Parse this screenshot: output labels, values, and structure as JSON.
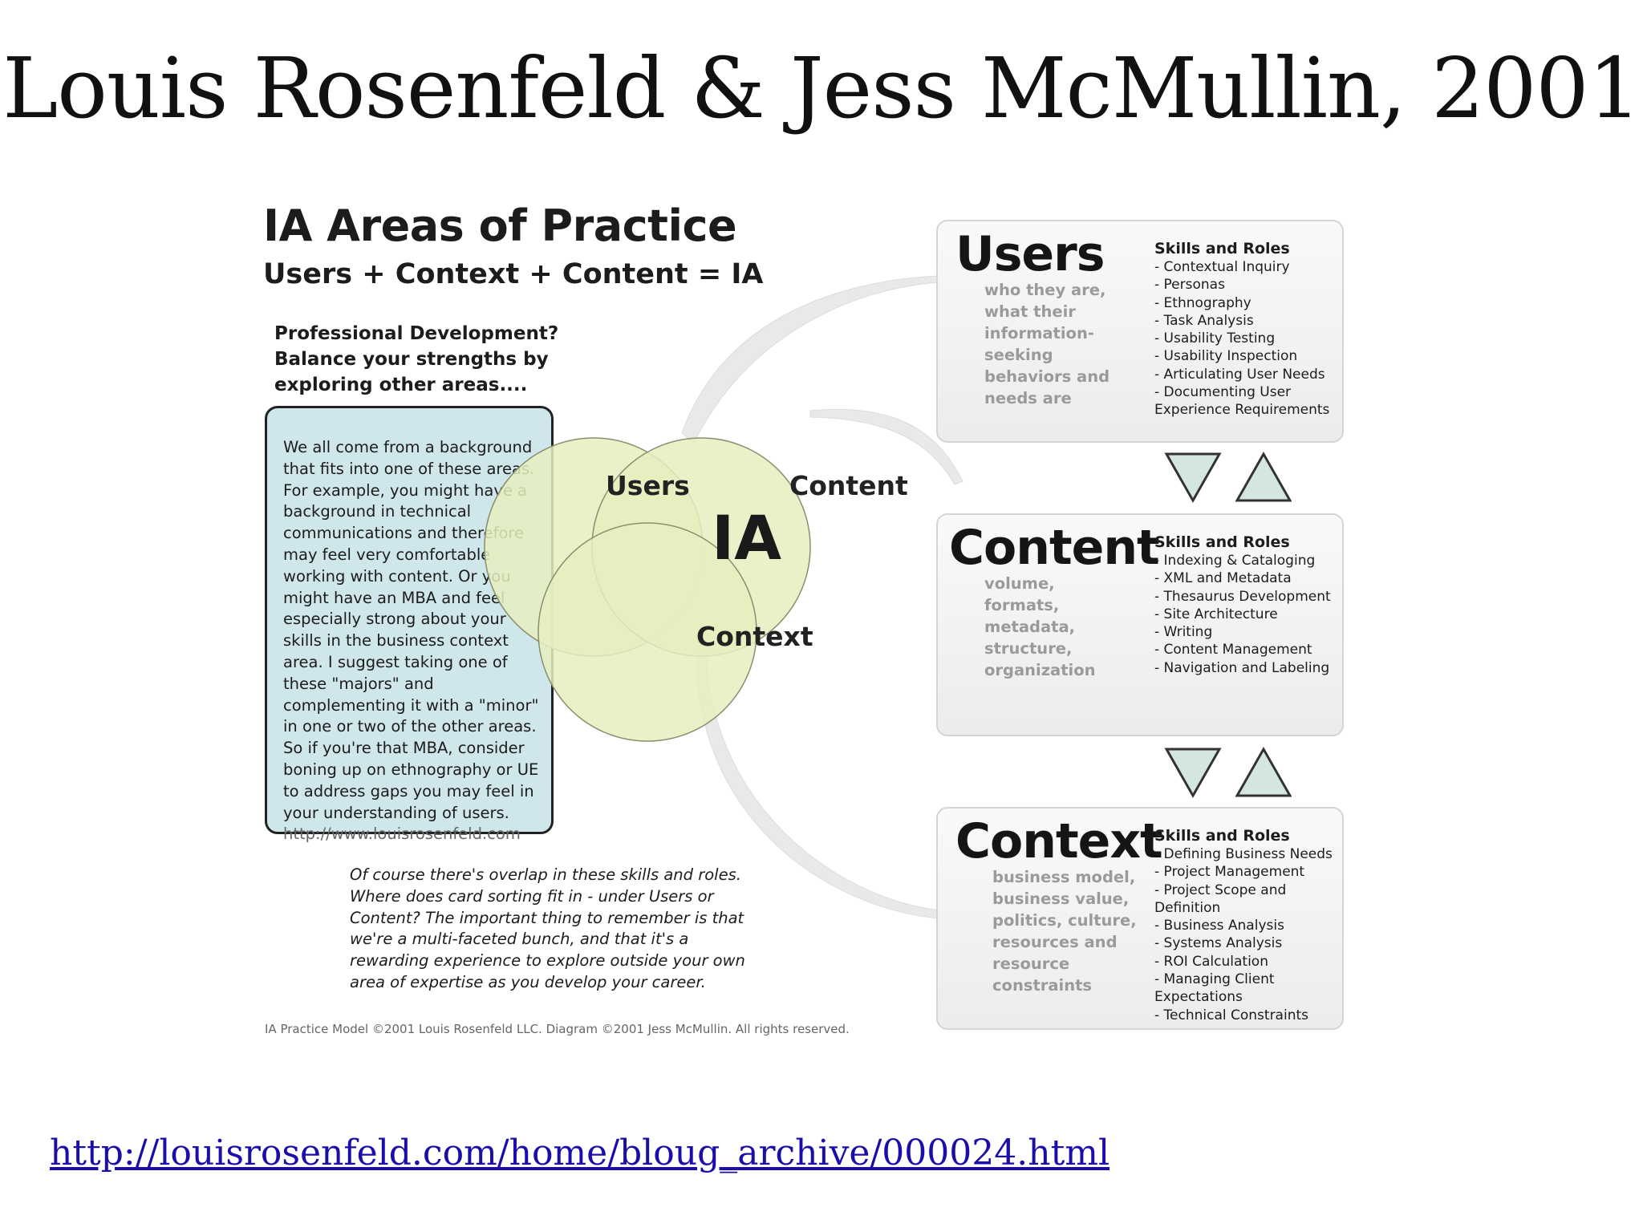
{
  "slide": {
    "title": "Louis Rosenfeld & Jess McMullin, 2001",
    "url": "http://louisrosenfeld.com/home/bloug_archive/000024.html"
  },
  "diagram": {
    "title": "IA Areas of Practice",
    "subtitle": "Users + Context + Content = IA",
    "pd_heading": "Professional Development? Balance your strengths by exploring other areas....",
    "pd_text": "We all come from a background that fits into one of these areas. For example, you might have a background in technical communications and therefore may feel very comfortable working with content. Or you might have an MBA and feel especially strong about your skills in the business context area. I suggest taking one of these \"majors\" and complementing it with a \"minor\" in one or two of the other areas. So if you're that MBA, consider boning up on ethnography or UE to address gaps you may feel in your understanding of users.",
    "pd_link": "http://www.louisrosenfeld.com",
    "note": "Of course there's overlap in these skills and roles. Where does card sorting fit in - under Users or Content? The important thing to remember is that we're a multi-faceted bunch, and that it's a rewarding experience to explore outside your own area of expertise as you develop your career.",
    "copyright": "IA Practice Model ©2001 Louis Rosenfeld LLC. Diagram ©2001 Jess McMullin. All rights reserved.",
    "venn": {
      "users": "Users",
      "content": "Content",
      "context": "Context",
      "center": "IA"
    },
    "areas": {
      "users": {
        "name": "Users",
        "desc": "who they are, what their information-seeking behaviors and needs are",
        "skills_heading": "Skills and Roles",
        "skills": [
          "- Contextual Inquiry",
          "- Personas",
          "- Ethnography",
          "- Task Analysis",
          "- Usability Testing",
          "-  Usability Inspection",
          "- Articulating User Needs",
          "- Documenting User Experience Requirements"
        ]
      },
      "content": {
        "name": "Content",
        "desc": "volume, formats, metadata, structure, organization",
        "skills_heading": "Skills and Roles",
        "skills": [
          "- Indexing & Cataloging",
          "- XML and Metadata",
          "- Thesaurus Development",
          "- Site Architecture",
          "- Writing",
          "- Content Management",
          "- Navigation and Labeling"
        ]
      },
      "context": {
        "name": "Context",
        "desc": "business model, business value, politics, culture, resources and resource constraints",
        "skills_heading": "Skills and Roles",
        "skills": [
          "- Defining Business Needs",
          "- Project Management",
          "- Project Scope and Definition",
          "- Business Analysis",
          "- Systems Analysis",
          "- ROI Calculation",
          "- Managing Client Expectations",
          "- Technical Constraints"
        ]
      }
    },
    "colors": {
      "venn_fill": "#e6efbf",
      "venn_stroke": "#8a8f6e",
      "pd_box": "#cfe6ea",
      "arrow_fill": "#d3e6e1",
      "link": "#1a0dab"
    }
  }
}
